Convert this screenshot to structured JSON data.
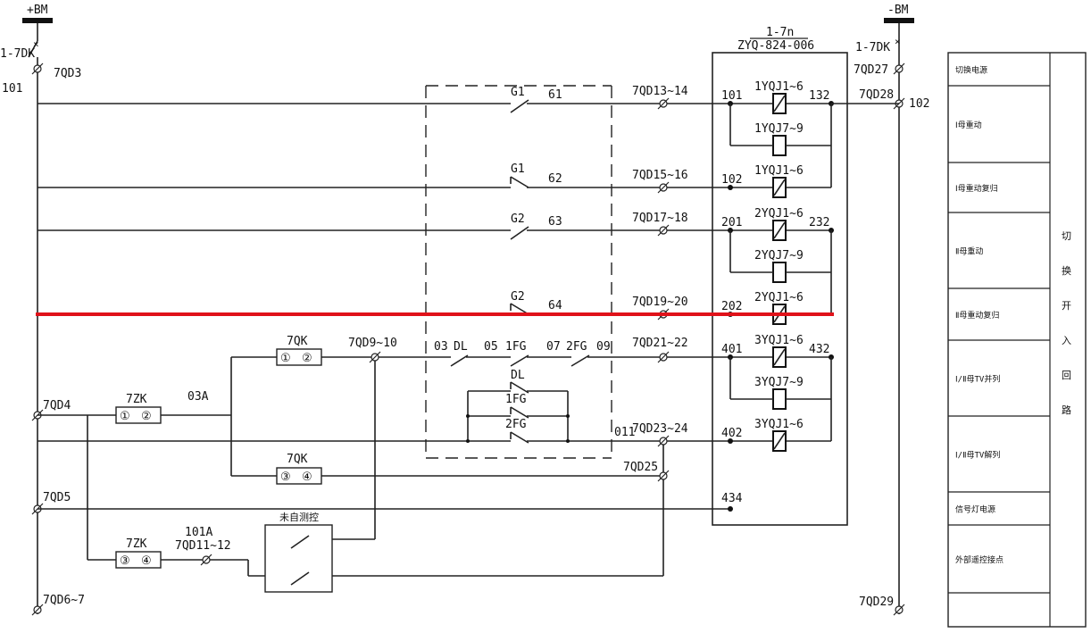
{
  "bus": {
    "positive": "+BM",
    "negative": "-BM",
    "left_breaker": "1-7DK",
    "right_breaker": "1-7DK"
  },
  "relay_box": {
    "title": "1-7n",
    "model": "ZYQ-824-006"
  },
  "terminals": {
    "qd3": "7QD3",
    "qd4": "7QD4",
    "qd5": "7QD5",
    "qd6_7": "7QD6~7",
    "qd27": "7QD27",
    "qd28": "7QD28",
    "qd29": "7QD29",
    "qd9_10": "7QD9~10",
    "qd11_12": "7QD11~12",
    "qd13_14": "7QD13~14",
    "qd15_16": "7QD15~16",
    "qd17_18": "7QD17~18",
    "qd19_20": "7QD19~20",
    "qd21_22": "7QD21~22",
    "qd23_24": "7QD23~24",
    "qd25": "7QD25"
  },
  "wire_numbers": {
    "w101_left": "101",
    "w102_right": "102",
    "w03a": "03A",
    "w101a": "101A",
    "w011": "011",
    "w03": "03",
    "w05": "05",
    "w07": "07",
    "w09": "09",
    "w61": "61",
    "w62": "62",
    "w63": "63",
    "w64": "64"
  },
  "contacts": {
    "g1_a": "G1",
    "g1_b": "G1",
    "g2_a": "G2",
    "g2_b": "G2",
    "dl_top": "DL",
    "fg1_top": "1FG",
    "fg2_top": "2FG",
    "dl_mid": "DL",
    "fg1_mid": "1FG",
    "fg2_mid": "2FG"
  },
  "devices": {
    "qk_top": "7QK",
    "qk_bot": "7QK",
    "zk_top": "7ZK",
    "zk_bot": "7ZK",
    "qk_top_p1": "①",
    "qk_top_p2": "②",
    "qk_bot_p1": "③",
    "qk_bot_p2": "④",
    "zk_top_p1": "①",
    "zk_top_p2": "②",
    "zk_bot_p1": "③",
    "zk_bot_p2": "④",
    "remote_switch": "未自测控"
  },
  "relays": [
    {
      "in": "101",
      "label": "1YQJ1~6",
      "out": "132"
    },
    {
      "in": "",
      "label": "1YQJ7~9",
      "out": ""
    },
    {
      "in": "102",
      "label": "1YQJ1~6",
      "out": ""
    },
    {
      "in": "201",
      "label": "2YQJ1~6",
      "out": "232"
    },
    {
      "in": "",
      "label": "2YQJ7~9",
      "out": ""
    },
    {
      "in": "202",
      "label": "2YQJ1~6",
      "out": ""
    },
    {
      "in": "401",
      "label": "3YQJ1~6",
      "out": "432"
    },
    {
      "in": "",
      "label": "3YQJ7~9",
      "out": ""
    },
    {
      "in": "402",
      "label": "3YQJ1~6",
      "out": ""
    }
  ],
  "relay_extra": {
    "n434": "434"
  },
  "side_panel": {
    "rows": [
      "切换电源",
      "Ⅰ母重动",
      "Ⅰ母重动复归",
      "Ⅱ母重动",
      "Ⅱ母重动复归",
      "Ⅰ/Ⅱ母TV并列",
      "Ⅰ/Ⅱ母TV解列",
      "信号灯电源",
      "外部遥控接点",
      ""
    ],
    "vertical": [
      "切",
      "换",
      "开",
      "入",
      "回",
      "路"
    ]
  },
  "highlight_color": "#e0121a"
}
